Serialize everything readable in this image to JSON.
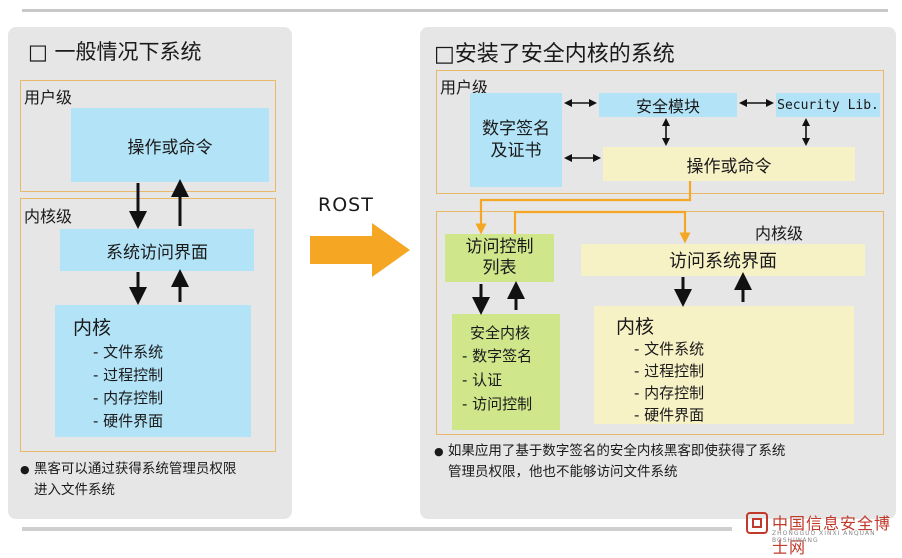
{
  "left": {
    "title": "□ 一般情况下系统",
    "user_level_label": "用户级",
    "ops_box": "操作或命令",
    "kernel_level_label": "内核级",
    "syscall_box": "系统访问界面",
    "kernel_title": "内核",
    "kernel_items": [
      "- 文件系统",
      "- 过程控制",
      "- 内存控制",
      "- 硬件界面"
    ],
    "note_line1": "黑客可以通过获得系统管理员权限",
    "note_line2": "进入文件系统",
    "bullet": "●"
  },
  "arrow_label": "ROST",
  "right": {
    "title": "□安装了安全内核的系统",
    "user_level_label": "用户级",
    "signature_box_line1": "数字签名",
    "signature_box_line2": "及证书",
    "security_module": "安全模块",
    "security_lib": "Security Lib.",
    "ops_box": "操作或命令",
    "kernel_level_label": "内核级",
    "acl_line1": "访问控制",
    "acl_line2": "列表",
    "syscall_box": "访问系统界面",
    "sec_kernel_title": "安全内核",
    "sec_kernel_items": [
      "- 数字签名",
      "- 认证",
      "- 访问控制"
    ],
    "kernel_title": "内核",
    "kernel_items": [
      "- 文件系统",
      "- 过程控制",
      "- 内存控制",
      "- 硬件界面"
    ],
    "note_line1": "如果应用了基于数字签名的安全内核黑客即使获得了系统",
    "note_line2": "管理员权限，他也不能够访问文件系统",
    "bullet": "●"
  },
  "watermark": {
    "text": "中国信息安全博士网",
    "subtext": "ZHONGGUO XINXI ANQUAN BOSHIWANG"
  },
  "colors": {
    "panel": "#e6e6e6",
    "blue_box": "#b3e3f7",
    "yellow_box": "#f7f1c6",
    "green_box": "#cfe68a",
    "orange_arrow": "#f5a623",
    "zone_border": "#e8b86b",
    "watermark_red": "#c0392b"
  }
}
